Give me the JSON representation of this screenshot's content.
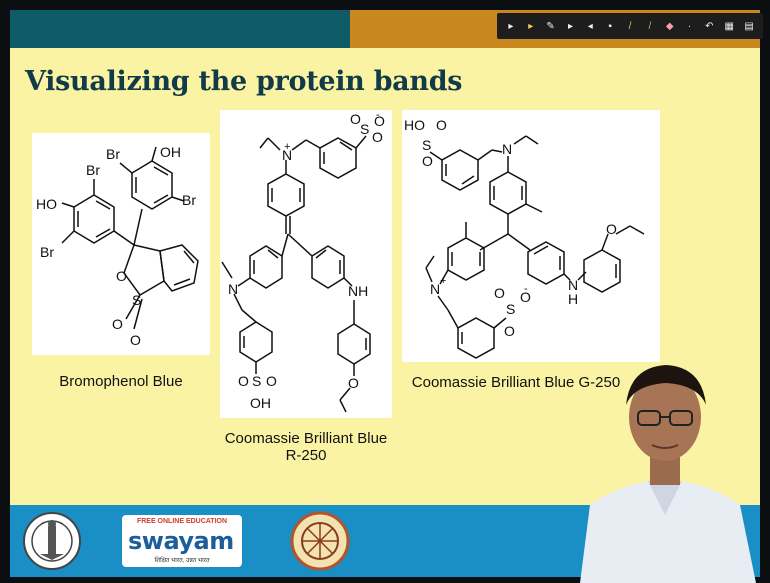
{
  "slide": {
    "title": "Visualizing the protein bands"
  },
  "toolbar": {
    "icons": [
      "arrow-icon",
      "pointer-icon",
      "pen-icon",
      "marker-icon",
      "eraser-icon",
      "line-icon",
      "highlighter-icon",
      "brush-icon",
      "clear-icon",
      "laser-icon",
      "undo-icon",
      "grid-icon",
      "menu-icon"
    ]
  },
  "structures": {
    "bromophenol": {
      "caption": "Bromophenol Blue",
      "labels": {
        "oh": "OH",
        "ho": "HO",
        "br1": "Br",
        "br2": "Br",
        "br3": "Br",
        "br4": "Br",
        "o_ring": "O",
        "s": "S",
        "o1": "O",
        "o2": "O"
      }
    },
    "r250": {
      "caption_line1": "Coomassie Brilliant Blue",
      "caption_line2": "R-250",
      "labels": {
        "n_plus": "N",
        "plus": "+",
        "s_top": "S",
        "o_top1": "O",
        "o_top2": "O",
        "o_minus": "O",
        "minus": "-",
        "n_left": "N",
        "nh": "NH",
        "s_bot": "S",
        "o_bot1": "O",
        "o_bot2": "O",
        "oh": "OH",
        "o_ether": "O"
      }
    },
    "g250": {
      "caption": "Coomassie Brilliant Blue G-250",
      "labels": {
        "ho": "HO",
        "s_top": "S",
        "o_top1": "O",
        "o_top2": "O",
        "n_top": "N",
        "n_plus": "N",
        "plus": "+",
        "nh_n": "N",
        "nh_h": "H",
        "o_ether": "O",
        "s_bot": "S",
        "o_bot1": "O",
        "o_bot2": "O",
        "o_minus": "O",
        "minus": "-"
      }
    }
  },
  "footer": {
    "swayam_tagline": "FREE ONLINE EDUCATION",
    "swayam_word": "swayam",
    "swayam_sub": "शिक्षित भारत, उन्नत भारत"
  },
  "colors": {
    "slide_bg": "#fbf3a4",
    "title": "#123b4a",
    "topbar_teal": "#0e5a66",
    "topbar_orange": "#c8871f",
    "footer": "#1a8fc6"
  }
}
